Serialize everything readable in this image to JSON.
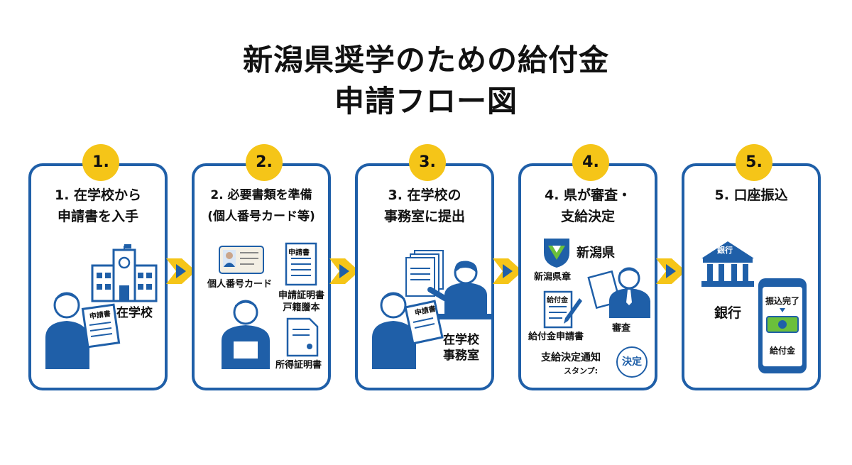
{
  "title_line1": "新潟県奨学のための給付金",
  "title_line2": "申請フロー図",
  "steps": [
    {
      "badge": "1.",
      "title": "1. 在学校から\n申請書を入手",
      "labels": {
        "school": "在学校",
        "form": "申請書"
      }
    },
    {
      "badge": "2.",
      "title": "2. 必要書類を準備\n(個人番号カード等)",
      "labels": {
        "card": "個人番号カード",
        "docs": "申請証明書\n戸籍謄本",
        "doc_head": "申請書",
        "income": "所得証明書"
      }
    },
    {
      "badge": "3.",
      "title": "3. 在学校の\n事務室に提出",
      "labels": {
        "office": "在学校\n事務室",
        "form": "申請書"
      }
    },
    {
      "badge": "4.",
      "title": "4. 県が審査・\n支給決定",
      "labels": {
        "pref": "新潟県",
        "emblem": "新潟県章",
        "kyufu": "給付金",
        "form": "給付金申請書",
        "review": "審査",
        "notice": "支給決定通知",
        "stamp_label": "スタンプ:",
        "stamp": "決定"
      }
    },
    {
      "badge": "5.",
      "title": "5. 口座振込",
      "labels": {
        "bank_sign": "銀行",
        "bank": "銀行",
        "done": "振込完了",
        "money": "給付金"
      }
    }
  ],
  "colors": {
    "primary": "#1f5fa8",
    "accent": "#f5c518",
    "light": "#dbe7f5"
  }
}
